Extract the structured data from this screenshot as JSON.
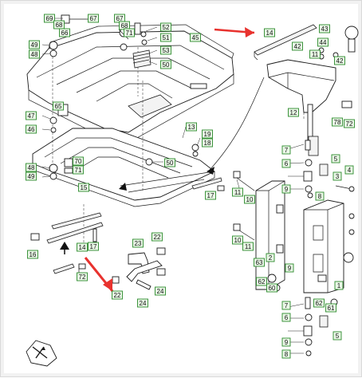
{
  "colors": {
    "callout_fill": "#e9f7e6",
    "callout_border": "#2c8a2c",
    "arrow": "#e8322e",
    "line": "#1a1a1a"
  },
  "icons": {
    "page_corner": "direction-compass-icon"
  },
  "callouts": [
    {
      "id": "c69",
      "label": "69"
    },
    {
      "id": "c68",
      "label": "68"
    },
    {
      "id": "c66",
      "label": "66"
    },
    {
      "id": "c67",
      "label": "67"
    },
    {
      "id": "c67b",
      "label": "67"
    },
    {
      "id": "c68b",
      "label": "68"
    },
    {
      "id": "c71",
      "label": "71"
    },
    {
      "id": "c52",
      "label": "52"
    },
    {
      "id": "c51",
      "label": "51"
    },
    {
      "id": "c53",
      "label": "53"
    },
    {
      "id": "c50",
      "label": "50"
    },
    {
      "id": "c45",
      "label": "45"
    },
    {
      "id": "c49",
      "label": "49"
    },
    {
      "id": "c48",
      "label": "48"
    },
    {
      "id": "c65",
      "label": "65"
    },
    {
      "id": "c47",
      "label": "47"
    },
    {
      "id": "c46",
      "label": "46"
    },
    {
      "id": "c13",
      "label": "13"
    },
    {
      "id": "c19",
      "label": "19"
    },
    {
      "id": "c18",
      "label": "18"
    },
    {
      "id": "c70",
      "label": "70"
    },
    {
      "id": "c71b",
      "label": "71"
    },
    {
      "id": "c48b",
      "label": "48"
    },
    {
      "id": "c49b",
      "label": "49"
    },
    {
      "id": "c50b",
      "label": "50"
    },
    {
      "id": "c15",
      "label": "15"
    },
    {
      "id": "c17",
      "label": "17"
    },
    {
      "id": "c16",
      "label": "16"
    },
    {
      "id": "c14b",
      "label": "14"
    },
    {
      "id": "c17b",
      "label": "17"
    },
    {
      "id": "c72",
      "label": "72"
    },
    {
      "id": "c23",
      "label": "23"
    },
    {
      "id": "c22",
      "label": "22"
    },
    {
      "id": "c22b",
      "label": "22"
    },
    {
      "id": "c24",
      "label": "24"
    },
    {
      "id": "c24b",
      "label": "24"
    },
    {
      "id": "c14",
      "label": "14"
    },
    {
      "id": "c43",
      "label": "43"
    },
    {
      "id": "c42",
      "label": "42"
    },
    {
      "id": "c44",
      "label": "44"
    },
    {
      "id": "c11",
      "label": "11"
    },
    {
      "id": "c42b",
      "label": "42"
    },
    {
      "id": "c12",
      "label": "12"
    },
    {
      "id": "c78",
      "label": "78"
    },
    {
      "id": "c72b",
      "label": "72"
    },
    {
      "id": "c7",
      "label": "7"
    },
    {
      "id": "c6",
      "label": "6"
    },
    {
      "id": "c5",
      "label": "5"
    },
    {
      "id": "c4",
      "label": "4"
    },
    {
      "id": "c11b",
      "label": "11"
    },
    {
      "id": "c10",
      "label": "10"
    },
    {
      "id": "c3",
      "label": "3"
    },
    {
      "id": "c9",
      "label": "9"
    },
    {
      "id": "c8",
      "label": "8"
    },
    {
      "id": "c10b",
      "label": "10"
    },
    {
      "id": "c11c",
      "label": "11"
    },
    {
      "id": "c63",
      "label": "63"
    },
    {
      "id": "c2",
      "label": "2"
    },
    {
      "id": "c9b",
      "label": "9"
    },
    {
      "id": "c62",
      "label": "62"
    },
    {
      "id": "c60",
      "label": "60"
    },
    {
      "id": "c1",
      "label": "1"
    },
    {
      "id": "c7b",
      "label": "7"
    },
    {
      "id": "c62b",
      "label": "62"
    },
    {
      "id": "c61",
      "label": "61"
    },
    {
      "id": "c6b",
      "label": "6"
    },
    {
      "id": "c5b",
      "label": "5"
    },
    {
      "id": "c9c",
      "label": "9"
    },
    {
      "id": "c8b",
      "label": "8"
    }
  ]
}
